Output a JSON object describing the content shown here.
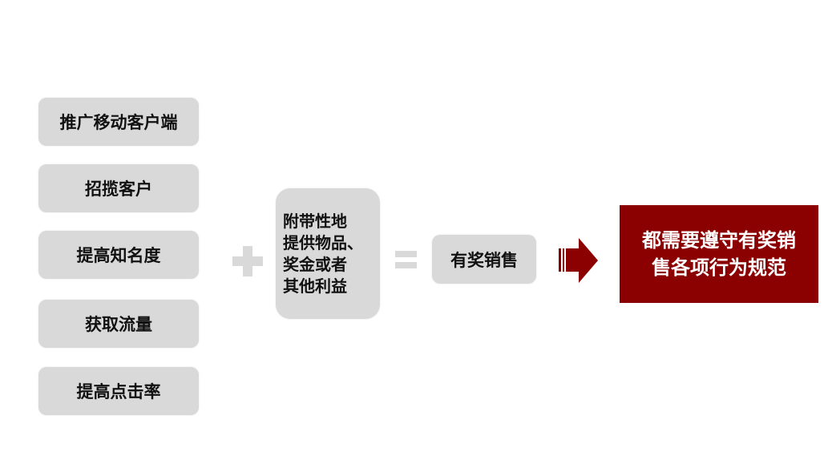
{
  "purposes": [
    "推广移动客户端",
    "招揽客户",
    "提高知名度",
    "获取流量",
    "提高点击率"
  ],
  "condition_lines": [
    "附带性地",
    "提供物品、",
    "奖金或者",
    "其他利益"
  ],
  "equals_result": "有奖销售",
  "conclusion_lines": [
    "都需要遵守有奖销",
    "售各项行为规范"
  ],
  "colors": {
    "box": "#d9d9d9",
    "operator": "#d9d9d9",
    "accent": "#8b0000"
  }
}
